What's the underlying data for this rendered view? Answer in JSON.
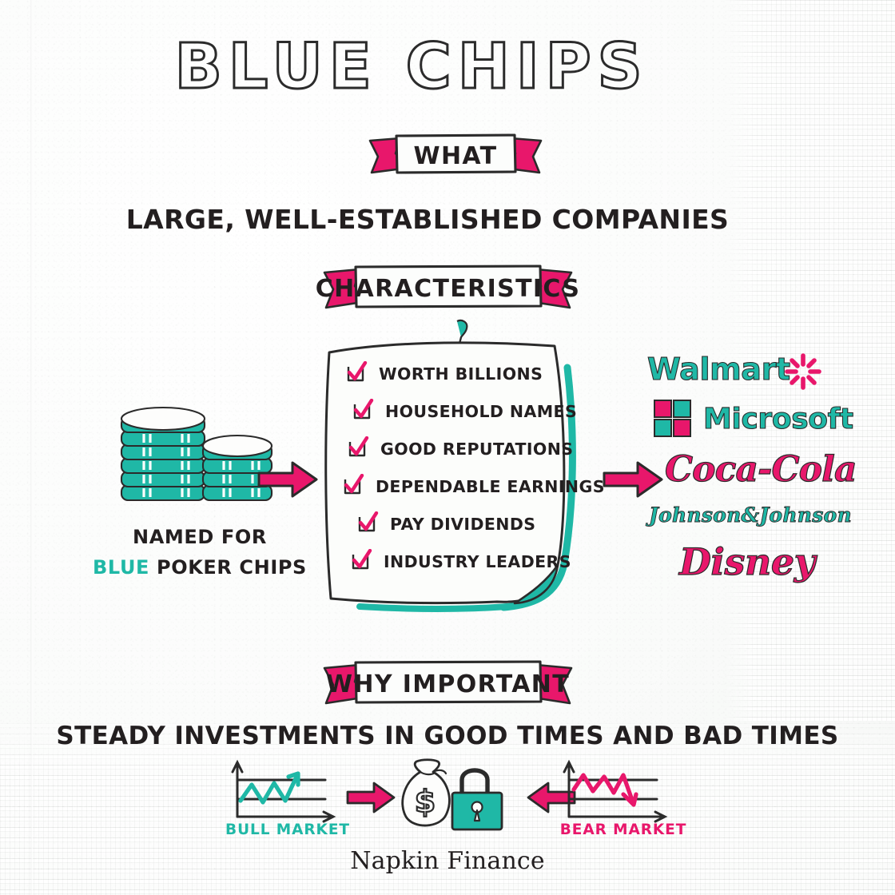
{
  "title": "BLUE CHIPS",
  "sections": {
    "what": {
      "banner_label": "WHAT",
      "statement": "LARGE, WELL-ESTABLISHED COMPANIES"
    },
    "characteristics": {
      "banner_label": "CHARACTERISTICS",
      "items": [
        {
          "label": "WORTH BILLIONS",
          "checked": true
        },
        {
          "label": "HOUSEHOLD NAMES",
          "checked": true
        },
        {
          "label": "GOOD REPUTATIONS",
          "checked": true
        },
        {
          "label": "DEPENDABLE EARNINGS",
          "checked": true
        },
        {
          "label": "PAY DIVIDENDS",
          "checked": true
        },
        {
          "label": "INDUSTRY LEADERS",
          "checked": true
        }
      ]
    },
    "why_important": {
      "banner_label": "WHY IMPORTANT",
      "statement": "STEADY INVESTMENTS IN GOOD TIMES AND BAD TIMES"
    }
  },
  "origin": {
    "caption_line1": "NAMED FOR",
    "caption_blue_word": "BLUE",
    "caption_line2_rest": "POKER CHIPS"
  },
  "examples": {
    "logos": [
      {
        "name": "Walmart",
        "text": "Walmart",
        "color": "#1fb8a6"
      },
      {
        "name": "Microsoft",
        "text": "Microsoft",
        "color": "#1fb8a6"
      },
      {
        "name": "Coca-Cola",
        "text": "Coca-Cola",
        "color": "#e8176b"
      },
      {
        "name": "Johnson & Johnson",
        "text": "Johnson&Johnson",
        "color": "#1fb8a6"
      },
      {
        "name": "Disney",
        "text": "Disney",
        "color": "#e8176b"
      }
    ]
  },
  "markets": {
    "bull_label": "BULL MARKET",
    "bear_label": "BEAR MARKET",
    "center_icon": "money-bag-and-lock",
    "dollar_symbol": "$"
  },
  "footer": {
    "brand": "Napkin Finance"
  },
  "palette": {
    "teal": "#1fb8a6",
    "pink": "#e8176b",
    "ink": "#231f20",
    "napkin": "#ffffff"
  }
}
